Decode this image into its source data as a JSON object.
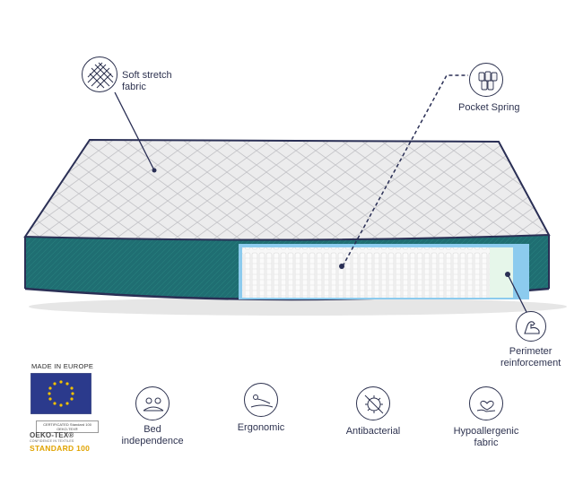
{
  "callouts": {
    "fabric": {
      "label_line1": "Soft stretch",
      "label_line2": "fabric",
      "icon": "diamond-quilt-icon"
    },
    "spring": {
      "label": "Pocket Spring",
      "icon": "spring-coils-icon"
    },
    "perimeter": {
      "label_line1": "Perimeter",
      "label_line2": "reinforcement",
      "icon": "flexed-arm-icon"
    }
  },
  "badges": {
    "made_in": "MADE IN EUROPE",
    "oeko_cert": "CERTIFICATED Standard 100 OEKO-TEX®",
    "oeko_name": "OEKO-TEX®",
    "oeko_sub": "CONFIDENCE IN TEXTILES",
    "oeko_standard": "STANDARD 100"
  },
  "features": [
    {
      "label_line1": "Bed",
      "label_line2": "independence",
      "icon": "bed-independence-icon"
    },
    {
      "label_line1": "Ergonomic",
      "label_line2": "",
      "icon": "ergonomic-body-icon"
    },
    {
      "label_line1": "Antibacterial",
      "label_line2": "",
      "icon": "antibacterial-icon"
    },
    {
      "label_line1": "Hypoallergenic",
      "label_line2": "fabric",
      "icon": "hypoallergenic-heart-icon"
    }
  ],
  "colors": {
    "navy": "#2e3350",
    "teal_side": "#1f6e72",
    "top_quilt": "#e9e9ea",
    "foam_blue": "#7fc3ea",
    "eu_blue": "#2b3a8c",
    "eu_star": "#f2c100",
    "oeko_gold": "#e0a300"
  }
}
